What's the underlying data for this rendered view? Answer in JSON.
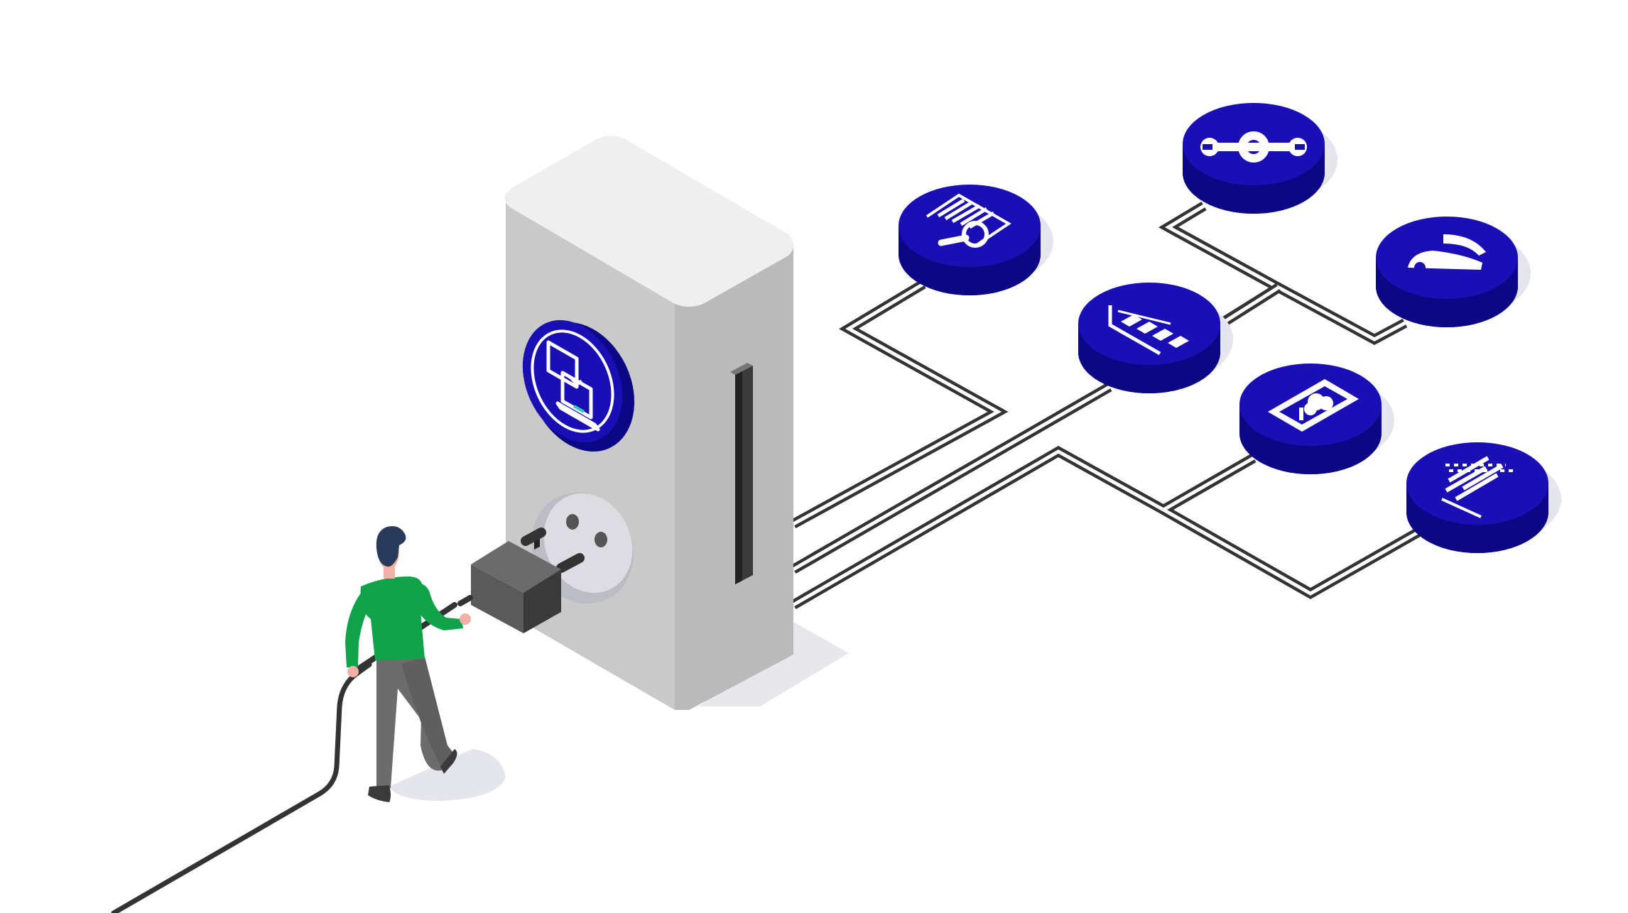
{
  "scene": {
    "background": "#ffffff",
    "colors": {
      "device_top": "#efefef",
      "device_front": "#c8c8c8",
      "device_side": "#b7b7b7",
      "device_shadow": "#e7e7ec",
      "socket": "#dcdce2",
      "socket_hole": "#555555",
      "plug_light": "#6b6b6b",
      "plug_dark": "#3a3a3a",
      "wire": "#333333",
      "node_top": "#1a0fb4",
      "node_side": "#0b0785",
      "node_shadow": "#e5e5ee",
      "icon": "#ffffff",
      "person_shirt": "#10a34a",
      "person_pants": "#6c6c6c",
      "person_hair": "#283a5a",
      "person_skin": "#f3b0a6",
      "accent_teal": "#36c8c0"
    },
    "device": {
      "badge_icon": "laptop-download-icon"
    },
    "nodes": [
      {
        "id": "barcode",
        "icon": "barcode-search-icon"
      },
      {
        "id": "settings",
        "icon": "wrench-gear-icon"
      },
      {
        "id": "location",
        "icon": "location-pin-icon"
      },
      {
        "id": "analytics",
        "icon": "bar-chart-icon"
      },
      {
        "id": "cloud",
        "icon": "cloud-device-icon"
      },
      {
        "id": "data",
        "icon": "data-bars-icon"
      }
    ],
    "person": {
      "action": "plugging-in"
    }
  }
}
